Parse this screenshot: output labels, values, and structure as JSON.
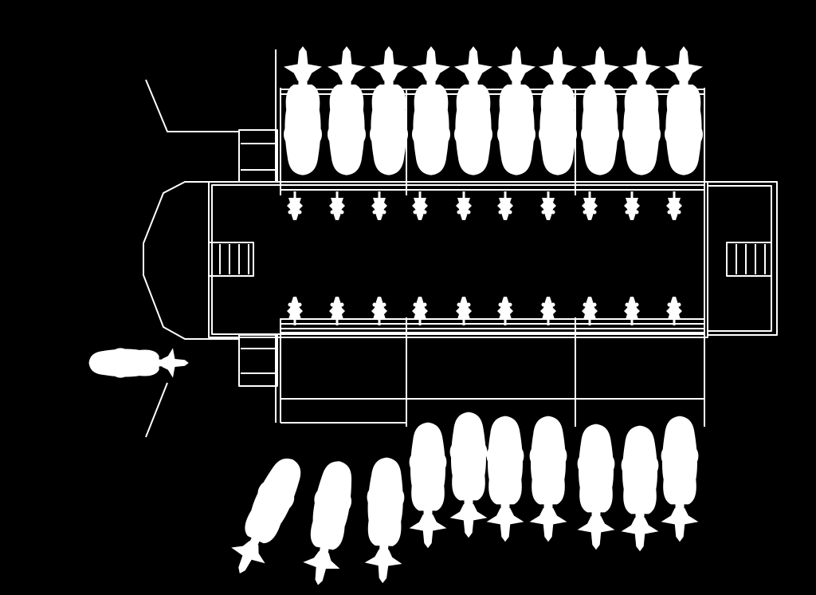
{
  "diagram": {
    "background": "#000000",
    "stroke_color": "#ffffff",
    "fill_color": "#ffffff",
    "upper_row": {
      "stalls": 10,
      "occupied": 10
    },
    "lower_row": {
      "stalls": 10,
      "occupied": 10
    },
    "entrance_animal": 1
  }
}
